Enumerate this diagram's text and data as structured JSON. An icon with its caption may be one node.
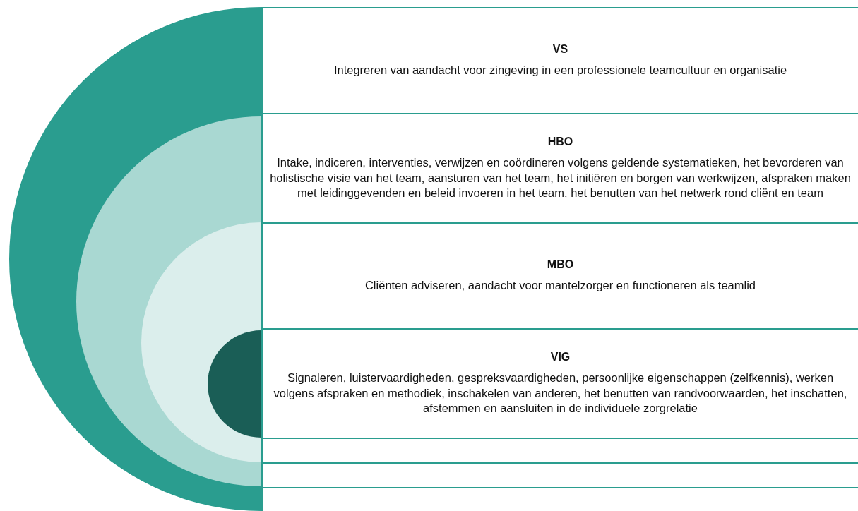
{
  "diagram": {
    "nodes": [
      {
        "text": [
          "VS",
          "Integreren van aandacht voor zingeving in een professionele teamcultuur en organisatie"
        ]
      },
      {
        "text": [
          "HBO",
          "Intake, indiceren, interventies, verwijzen en coördineren volgens geldende systematieken, het bevorderen van holistische visie van het team, aansturen van het team, het initiëren en borgen van werkwijzen, afspraken maken met leidinggevenden en beleid invoeren in het team, het benutten van het netwerk rond cliënt en team"
        ]
      },
      {
        "text": [
          "MBO",
          "Cliënten adviseren, aandacht voor mantelzorger en functioneren als teamlid"
        ]
      },
      {
        "text": [
          "VIG",
          "Signaleren, luistervaardigheden, gespreksvaardigheden, persoonlijke eigenschappen (zelfkennis), werken volgens afspraken en methodiek, inschakelen van anderen, het benutten van randvoorwaarden, het inschatten, afstemmen en aansluiten in de individuele zorgrelatie"
        ]
      },
      {
        "text": [],
        "shape": "box"
      },
      {
        "text": [],
        "shape": "box"
      },
      {
        "text": [],
        "shape": "box"
      }
    ]
  }
}
